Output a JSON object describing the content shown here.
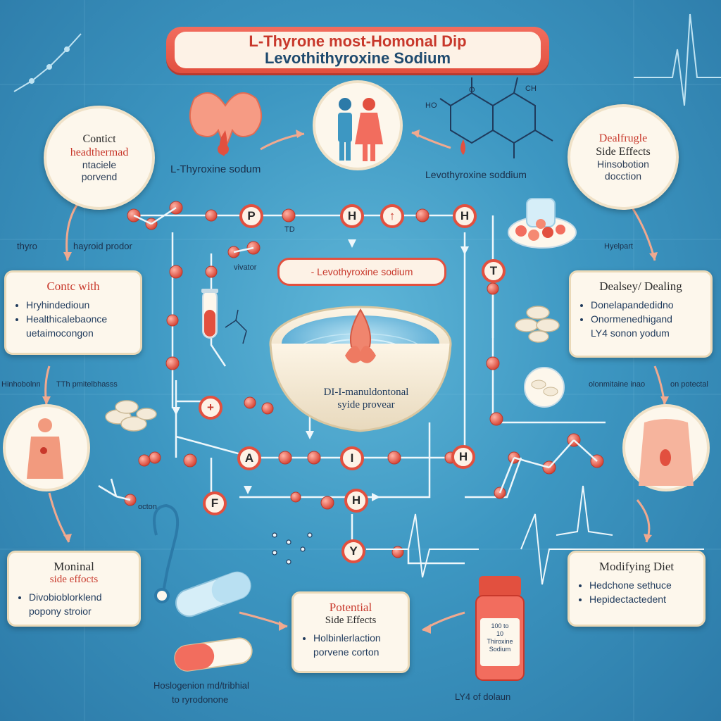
{
  "title": {
    "line1": "L-Thyrone most-Homonal Dip",
    "line2": "Levothithyroxine Sodium"
  },
  "top_labels": {
    "thyroid": "L-Thyroxine sodum",
    "molecule": "Levothyroxine soddium",
    "molecule_h": "CH",
    "molecule_o": "O",
    "molecule_ho": "HO"
  },
  "cards": {
    "contact_top": {
      "head": "Contict",
      "line2": "headthermad",
      "line3": "ntaciele",
      "line4": "porvend"
    },
    "dealing_top": {
      "head": "Dealfrugle",
      "line2": "Side Effects",
      "line3": "Hinsobotion",
      "line4": "docction"
    },
    "contact_mid": {
      "head": "Contc with",
      "items": [
        "Hryhindedioun",
        "Healthicalebaonce",
        "uetaimocongon"
      ]
    },
    "dealing_mid": {
      "head": "Dealsey/ Dealing",
      "items": [
        "Donelapandedidno",
        "Onormenedhigand",
        "LY4 sonon yodum"
      ]
    },
    "monitoring": {
      "head": "Moninal",
      "line2": "side effocts",
      "items": [
        "Divobioblorklend",
        "popony stroior"
      ]
    },
    "potential": {
      "head": "Potential",
      "line2": "Side Effects",
      "items": [
        "Holbinlerlaction",
        "porvene corton"
      ]
    },
    "diet": {
      "head": "Modifying Diet",
      "items": [
        "Hedchone sethuce",
        "Hepidectactedent"
      ]
    }
  },
  "center": {
    "pill": "- Levothyroxine sodium",
    "bowl_line1": "DI-I-manuldontonal",
    "bowl_line2": "syide provear"
  },
  "side_labels": {
    "thyro": "thyro",
    "thyroid_powder": "hayroid prodor",
    "hinhobolnn": "Hinhobolnn",
    "tth": "TTh pmitelbhasss",
    "hyelpart": "Hyelpart",
    "olomin": "olonmitaine inao",
    "on_potectal": "on potectal",
    "vivator": "vivator",
    "td": "TD",
    "octon": "octon",
    "bottom_left_line1": "Hoslogenion md/tribhial",
    "bottom_left_line2": "to ryrodonone",
    "bottom_right": "LY4 of dolaun"
  },
  "nodes": [
    {
      "id": "p",
      "letter": "P"
    },
    {
      "id": "h1",
      "letter": "H"
    },
    {
      "id": "up",
      "letter": "↑"
    },
    {
      "id": "h2",
      "letter": "H"
    },
    {
      "id": "t",
      "letter": "T"
    },
    {
      "id": "plus",
      "letter": "+"
    },
    {
      "id": "a",
      "letter": "A"
    },
    {
      "id": "i",
      "letter": "I"
    },
    {
      "id": "h3",
      "letter": "H"
    },
    {
      "id": "f",
      "letter": "F"
    },
    {
      "id": "h4",
      "letter": "H"
    },
    {
      "id": "y",
      "letter": "Y"
    }
  ],
  "bottle": {
    "line1": "100 to",
    "line2": "10",
    "line3": "Thiroxine",
    "line4": "Sodium"
  },
  "colors": {
    "accent": "#e2503f",
    "background": "#3d97c2",
    "card": "#fdf7ec",
    "text": "#1f3a5c"
  }
}
